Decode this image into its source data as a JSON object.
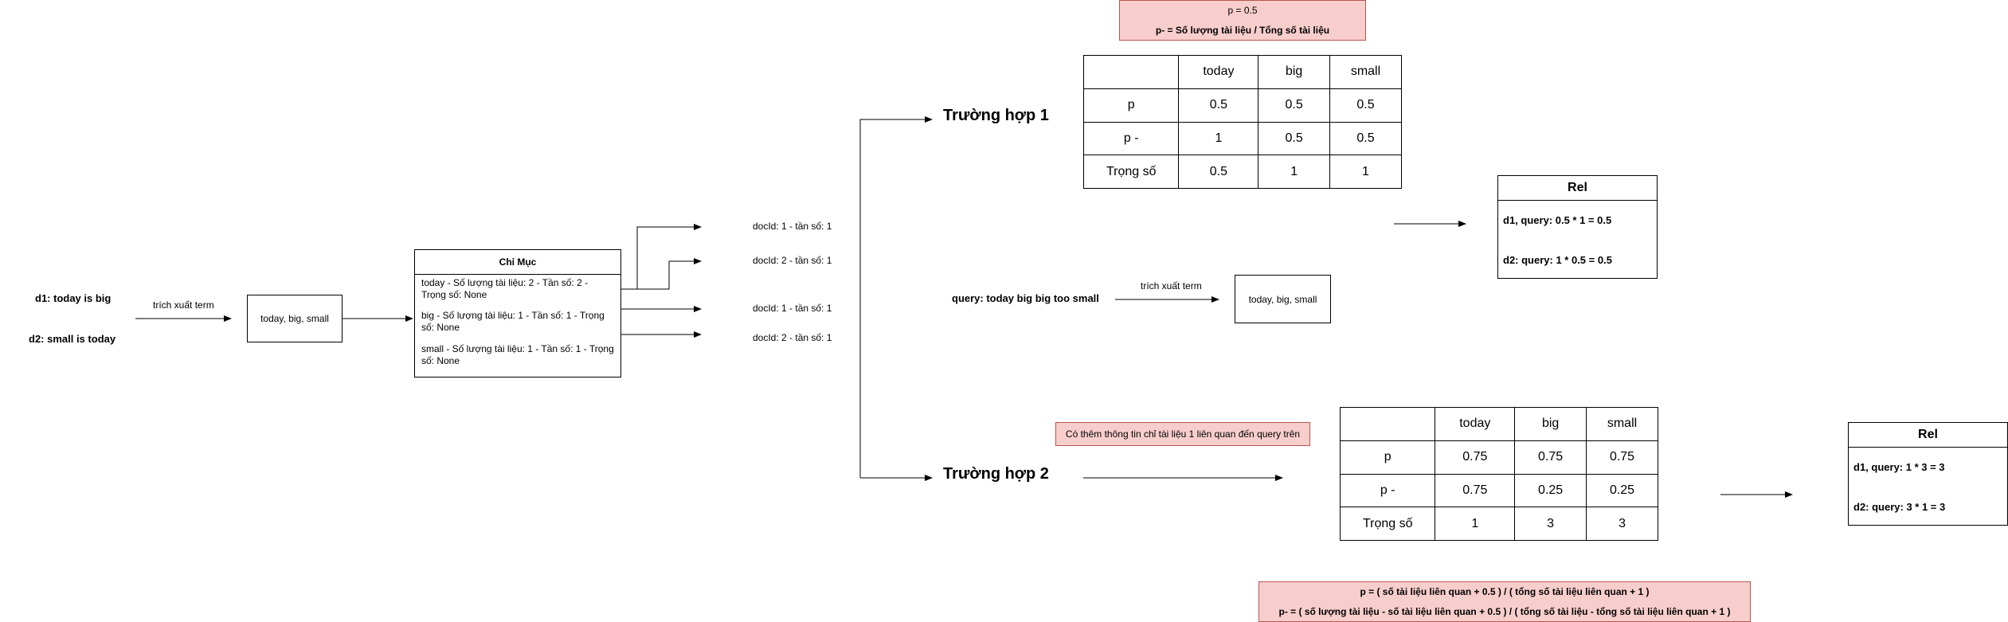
{
  "formula_top": {
    "line1": "p = 0.5",
    "line2": "p- = Số lượng tài liệu / Tổng số tài liệu"
  },
  "docs": {
    "d1": "d1: today is big",
    "d2": "d2: small is today"
  },
  "extract_label_1": "trích xuất term",
  "terms_box_1": "today, big, small",
  "index": {
    "title": "Chỉ Mục",
    "entries": [
      "today - Số lượng tài liệu: 2 - Tần số: 2 - Trọng số: None",
      "big - Số lượng tài liệu: 1 - Tần số: 1 - Trọng số: None",
      "small - Số lượng tài liệu: 1 - Tần số: 1 - Trọng số: None"
    ]
  },
  "postings": [
    "docId: 1 - tần số: 1",
    "docId: 2 - tần số: 1",
    "docId: 1 - tần số: 1",
    "docId: 2 - tần số: 1"
  ],
  "case1": {
    "label": "Trường hợp 1",
    "header": [
      "",
      "today",
      "big",
      "small"
    ],
    "rows": [
      [
        "p",
        "0.5",
        "0.5",
        "0.5"
      ],
      [
        "p -",
        "1",
        "0.5",
        "0.5"
      ],
      [
        "Trọng số",
        "0.5",
        "1",
        "1"
      ]
    ],
    "rel": {
      "title": "Rel",
      "line1": "d1, query: 0.5 * 1 = 0.5",
      "line2": "d2: query: 1 * 0.5 = 0.5"
    }
  },
  "query": {
    "text": "query: today big big too small",
    "extract_label": "trích xuất term",
    "terms": "today, big, small"
  },
  "case2": {
    "label": "Trường hợp 2",
    "note": "Có thêm thông tin chỉ tài liệu 1 liên quan đến query trên",
    "header": [
      "",
      "today",
      "big",
      "small"
    ],
    "rows": [
      [
        "p",
        "0.75",
        "0.75",
        "0.75"
      ],
      [
        "p -",
        "0.75",
        "0.25",
        "0.25"
      ],
      [
        "Trọng số",
        "1",
        "3",
        "3"
      ]
    ],
    "rel": {
      "title": "Rel",
      "line1": "d1, query: 1 * 3 = 3",
      "line2": "d2: query: 3 * 1 = 3"
    }
  },
  "formula_bottom": {
    "line1": "p = ( số tài liệu liên quan + 0.5 ) / ( tổng số tài liệu liên quan + 1 )",
    "line2": "p- = ( số lượng tài liệu - số tài liệu liên quan + 0.5 ) / ( tổng số tài liệu - tổng số tài liệu liên quan + 1 )"
  },
  "colors": {
    "note_fill": "#f8cecc",
    "note_border": "#b85450",
    "line": "#000000"
  }
}
